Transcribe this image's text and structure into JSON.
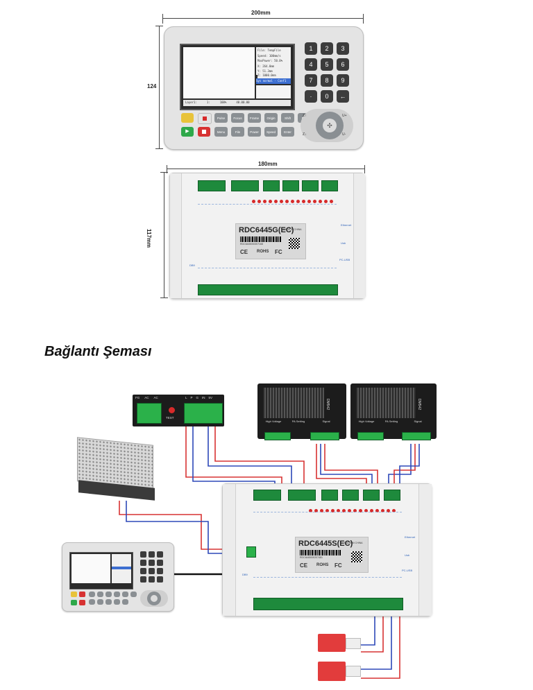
{
  "dimensions": {
    "panel_width": "200mm",
    "panel_height": "124",
    "board_width": "180mm",
    "board_height": "117mm"
  },
  "panel": {
    "lcd": {
      "lines": [
        "File: TempFile",
        "Speed: 100mm/s",
        "MaxPower: 50.0%",
        "X: 264.0mm",
        "Y: 51.3mm",
        "Z: 1000.0mm"
      ],
      "status": "Sys normal  ·  Conf1",
      "bottom": [
        "Layer1:",
        "1:",
        "100%",
        "40.00.00"
      ]
    },
    "keypad": [
      "1",
      "2",
      "3",
      "4",
      "5",
      "6",
      "7",
      "8",
      "9",
      "·",
      "0",
      "←"
    ],
    "function_keys_row1": [
      "Pulse",
      "Focus",
      "Frame",
      "Origin",
      "Shift",
      "Esc"
    ],
    "function_keys_row2": [
      "Menu",
      "File",
      "Power",
      "Speed",
      "Enter"
    ],
    "dpad_labels": [
      "Z↑",
      "U+",
      "Z↓",
      "U-"
    ]
  },
  "board_top": {
    "model": "RDC6445G(EC)",
    "made_in": "MADE IN CHINA",
    "serial": "RDC6445000307168",
    "marks": [
      "CE",
      "ROHS",
      "FC"
    ],
    "side_labels": [
      "Ethernet",
      "Usb",
      "PC-USB",
      "DB9"
    ]
  },
  "section_title": "Bağlantı Şeması",
  "wiring": {
    "relay_box": {
      "labels": [
        "FG",
        "AC",
        "AC",
        "L",
        "P",
        "G",
        "IN",
        "5V"
      ],
      "button": "TEST"
    },
    "driver_label": "DM542",
    "driver_sections": [
      "High Voltage",
      "PA Setting",
      "Signal"
    ],
    "board_bottom": {
      "model": "RDC6445S(EC)",
      "made_in": "MADE IN CHINA",
      "serial": "RDC6445000207481",
      "marks": [
        "CE",
        "ROHS",
        "FC"
      ],
      "side_labels": [
        "Ethernet",
        "Usb",
        "PC-USB",
        "DB9"
      ]
    }
  },
  "colors": {
    "wire_red": "#d73232",
    "wire_blue": "#2d48b8",
    "wire_black": "#111111",
    "terminal_green": "#1e8a3c",
    "led_red": "#d72a2a"
  }
}
